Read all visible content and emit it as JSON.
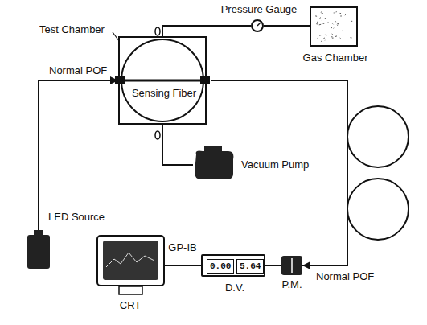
{
  "diagram": {
    "nodes": [
      {
        "text": [
          "Test Chamber",
          "Sensing Fiber"
        ]
      },
      {
        "text": [
          "Pressure Gauge"
        ]
      },
      {
        "text": [
          "Gas Chamber"
        ]
      },
      {
        "text": [
          "Vacuum Pump"
        ]
      },
      {
        "text": [
          "LED Source"
        ]
      },
      {
        "text": [
          "P.M."
        ]
      },
      {
        "text": [
          "D.V.",
          "0.00",
          "5.64"
        ]
      },
      {
        "text": [
          "CRT"
        ]
      }
    ],
    "edges": [
      {
        "from": 4,
        "to": 0,
        "label": "Normal POF",
        "arrow": "to"
      },
      {
        "from": 0,
        "to": 1,
        "arrow": "none"
      },
      {
        "from": 1,
        "to": 2,
        "arrow": "none"
      },
      {
        "from": 0,
        "to": 3,
        "arrow": "none"
      },
      {
        "from": 0,
        "to": 5,
        "label": "Normal POF",
        "arrow": "to"
      },
      {
        "from": 5,
        "to": 6,
        "arrow": "none"
      },
      {
        "from": 6,
        "to": 7,
        "label": "GP-IB",
        "arrow": "none"
      }
    ]
  }
}
